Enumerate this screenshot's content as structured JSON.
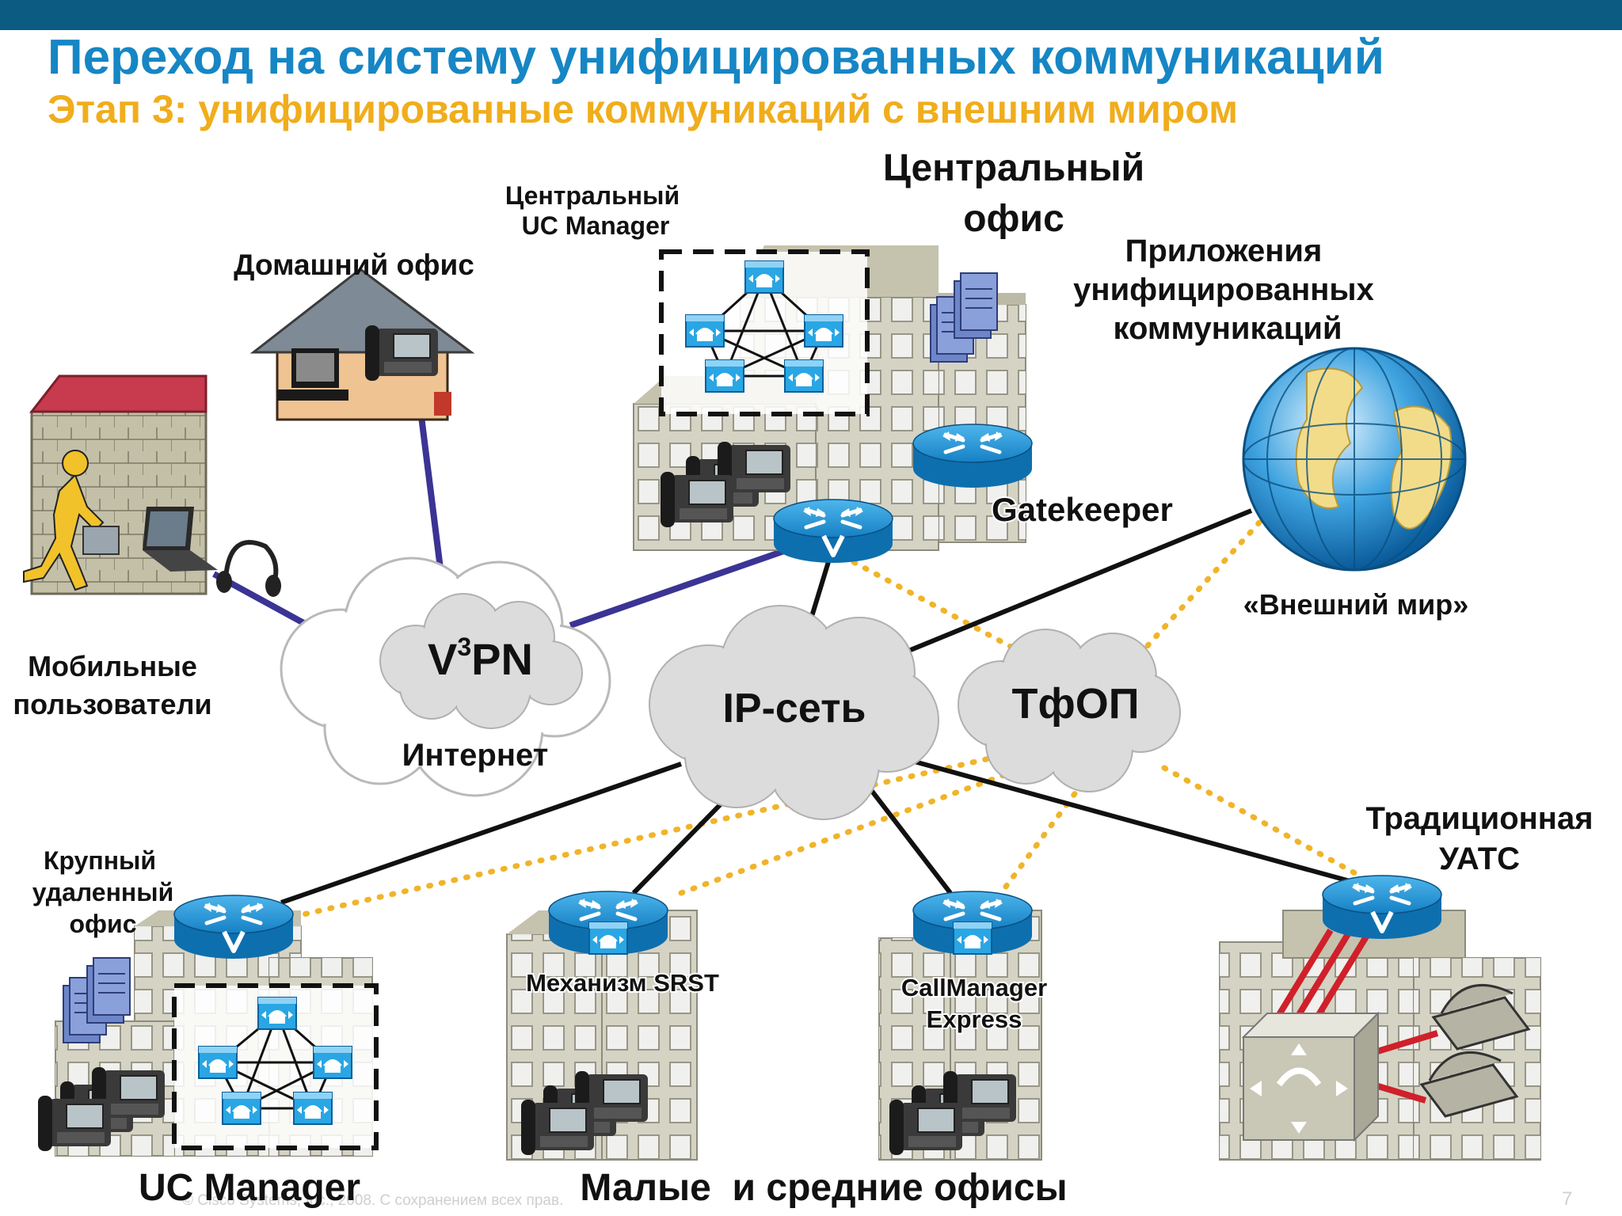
{
  "slide": {
    "title": "Переход на систему унифицированных коммуникаций",
    "subtitle": "Этап 3: унифицированные коммуникаций с внешним миром",
    "copyright": "© Cisco Systems, Inc., 2008. С сохранением всех прав.",
    "page_number": "7"
  },
  "labels": {
    "central_office": [
      "Центральный",
      "офис"
    ],
    "central_uc_manager": [
      "Центральный",
      "UC Manager"
    ],
    "home_office": "Домашний офис",
    "uc_apps": [
      "Приложения",
      "унифицированных",
      "коммуникаций"
    ],
    "gatekeeper": "Gatekeeper",
    "outside_world": "«Внешний мир»",
    "mobile_users": [
      "Мобильные",
      "пользователи"
    ],
    "v3pn_prefix": "V",
    "v3pn_sup": "3",
    "v3pn_suffix": "PN",
    "internet": "Интернет",
    "ip_network": "IP-сеть",
    "pstn": "ТфОП",
    "large_remote_office": [
      "Крупный",
      "удаленный",
      "офис"
    ],
    "traditional_pbx": [
      "Традиционная",
      "УАТС"
    ],
    "srst": "Механизм SRST",
    "cme": [
      "CallManager",
      "Express"
    ],
    "uc_manager": "UC Manager",
    "small_medium_offices": "Малые  и средние офисы"
  },
  "colors": {
    "title": "#1686c4",
    "subtitle": "#f0ad1c",
    "top_bar": "#0b5b82",
    "vpn_link": "#3b3494",
    "pstn_link": "#f0b429",
    "ip_link": "#111111",
    "router": "#1a8fd0",
    "cloud": "#dcdcdc",
    "building": "#d5d3c4"
  }
}
